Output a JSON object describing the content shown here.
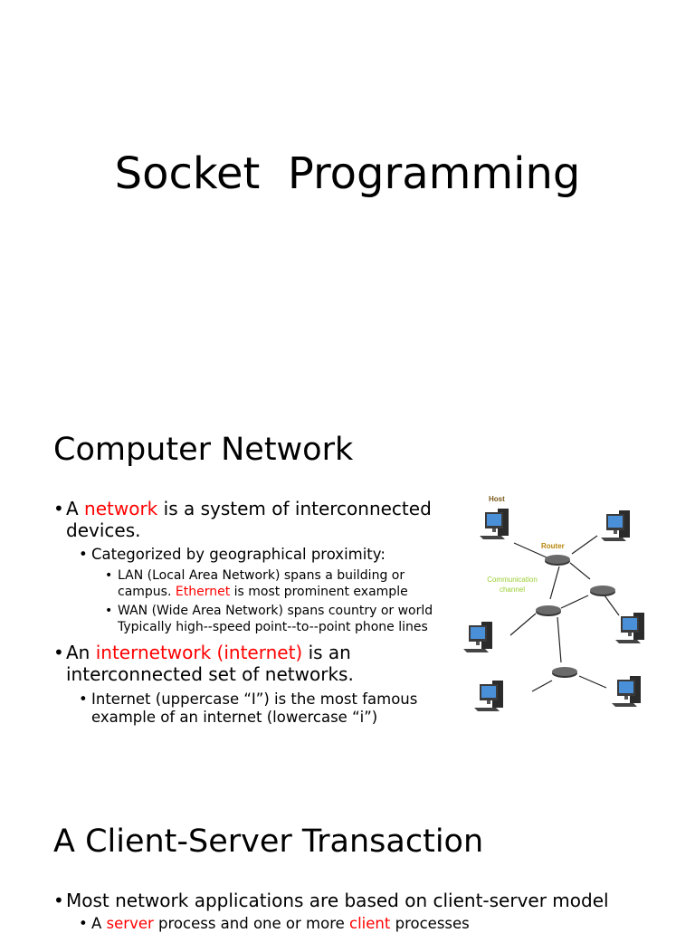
{
  "slide1": {
    "title": "Socket  Programming"
  },
  "slide2": {
    "title": "Computer Network",
    "bullets": {
      "b1": {
        "pre": "A ",
        "highlight": "network",
        "post": " is a system of interconnected",
        "line2": "devices."
      },
      "b1_1": "Categorized by geographical proximity:",
      "b1_1_1": {
        "line1": "LAN (Local Area Network) spans a building or",
        "line2_pre": "campus. ",
        "line2_highlight": "Ethernet",
        "line2_post": " is most prominent example"
      },
      "b1_1_2": {
        "line1": "WAN (Wide Area Network) spans country or world",
        "line2": "Typically high--speed point--to--point phone lines"
      },
      "b2": {
        "pre": "An ",
        "highlight": "internetwork (internet)",
        "post": " is an",
        "line2": "interconnected set of networks."
      },
      "b2_1": {
        "line1": "Internet (uppercase “I”) is the most famous",
        "line2": "example of an internet (lowercase “i”)"
      }
    },
    "diagram": {
      "labels": {
        "host": "Host",
        "router": "Router",
        "channel_line1": "Communication",
        "channel_line2": "channel"
      },
      "colors": {
        "host_label": "#7a5a1a",
        "router_label": "#b8860b",
        "channel_label": "#9acd32"
      }
    }
  },
  "slide3": {
    "title": "A Client-Server Transaction",
    "bullets": {
      "b1": "Most network applications are based on client-server model",
      "b1_1": {
        "pre": "A ",
        "hl1": "server",
        "mid": " process and one or more ",
        "hl2": "client",
        "post": " processes"
      }
    }
  },
  "colors": {
    "highlight": "#ff0000",
    "text": "#000000",
    "background": "#ffffff"
  }
}
